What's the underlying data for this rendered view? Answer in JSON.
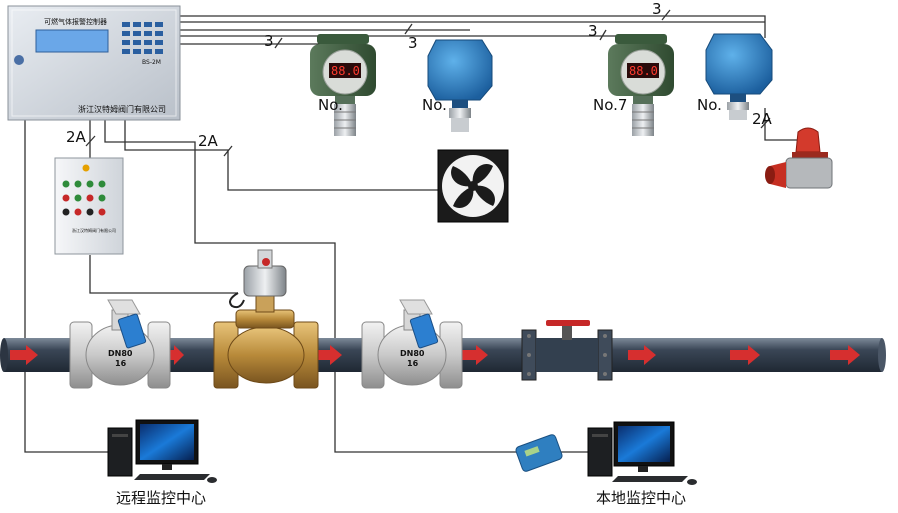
{
  "controller": {
    "title": "可燃气体报警控制器",
    "model": "BS-2M",
    "brand": "浙江汉特姆阀门有限公司"
  },
  "control_box": {
    "brand": "浙江汉特姆阀门有限公司"
  },
  "cables": {
    "c3_top": "3",
    "c3_mid": "3",
    "c3_left": "3",
    "c3_center": "3",
    "c2a_box": "2A",
    "c2a_fan": "2A",
    "c2a_alarm": "2A"
  },
  "detectors": [
    {
      "label": "No.",
      "display": "88.0"
    },
    {
      "label": "No.",
      "display": ""
    },
    {
      "label": "No.7",
      "display": "88.0"
    },
    {
      "label": "No.",
      "display": ""
    }
  ],
  "valves": [
    {
      "dn": "DN80",
      "pn": "16"
    },
    {
      "dn": "DN80",
      "pn": "16"
    }
  ],
  "pipe": {
    "color": "#3b4a5c",
    "arrow_color": "#d62f2f"
  },
  "computers": [
    {
      "label": "远程监控中心"
    },
    {
      "label": "本地监控中心"
    }
  ]
}
